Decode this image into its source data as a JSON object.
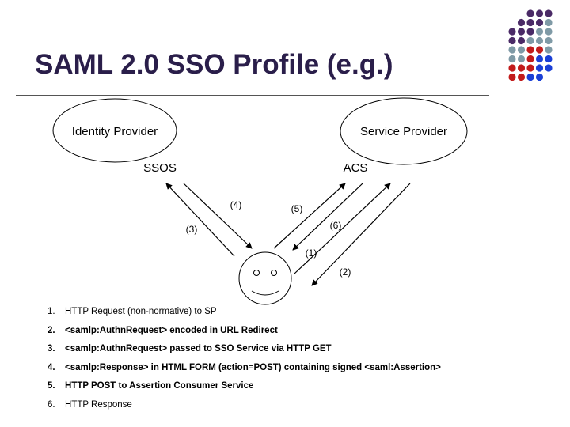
{
  "slide": {
    "title": "SAML 2.0 SSO Profile (e.g.)"
  },
  "decoration": {
    "dot_colors": {
      "purple": "#4a2a66",
      "gray": "#7f9aa6",
      "red": "#c21b1b",
      "blue": "#1a3fd6"
    },
    "dot_grid": [
      "..PPP",
      ".PPPG",
      "PPPGG",
      "PPGGG",
      "GGRRG",
      "GGRBB",
      "RRRBB",
      "RRBB."
    ]
  },
  "diagram": {
    "identity_provider": "Identity Provider",
    "service_provider": "Service Provider",
    "ssos": "SSOS",
    "acs": "ACS",
    "arrow_labels": {
      "a1": "(1)",
      "a2": "(2)",
      "a3": "(3)",
      "a4": "(4)",
      "a5": "(5)",
      "a6": "(6)"
    },
    "user_icon": "smiley-face-icon"
  },
  "steps": [
    {
      "num": "1.",
      "text": "HTTP Request (non-normative) to SP",
      "bold": false
    },
    {
      "num": "2.",
      "text": "<samlp:AuthnRequest> encoded in URL Redirect",
      "bold": true
    },
    {
      "num": "3.",
      "text": "<samlp:AuthnRequest> passed to SSO Service via HTTP GET",
      "bold": true
    },
    {
      "num": "4.",
      "text": "<samlp:Response> in HTML FORM (action=POST) containing signed <saml:Assertion>",
      "bold": true
    },
    {
      "num": "5.",
      "text": "HTTP POST to Assertion Consumer Service",
      "bold": true
    },
    {
      "num": "6.",
      "text": "HTTP Response",
      "bold": false
    }
  ]
}
